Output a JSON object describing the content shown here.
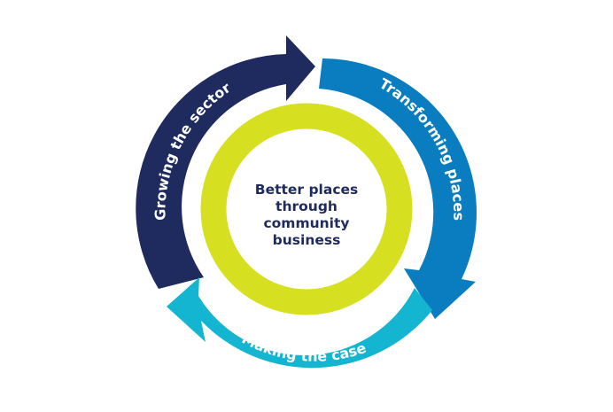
{
  "diagram": {
    "center": {
      "lines": [
        "Better places",
        "through",
        "community",
        "business"
      ]
    },
    "segments": [
      {
        "label": "Growing the sector",
        "color": "#1f2a5e"
      },
      {
        "label": "Transforming places",
        "color": "#0a7dc0"
      },
      {
        "label": "Making the case",
        "color": "#14b5d1"
      }
    ],
    "ring_color": "#d6e020"
  }
}
